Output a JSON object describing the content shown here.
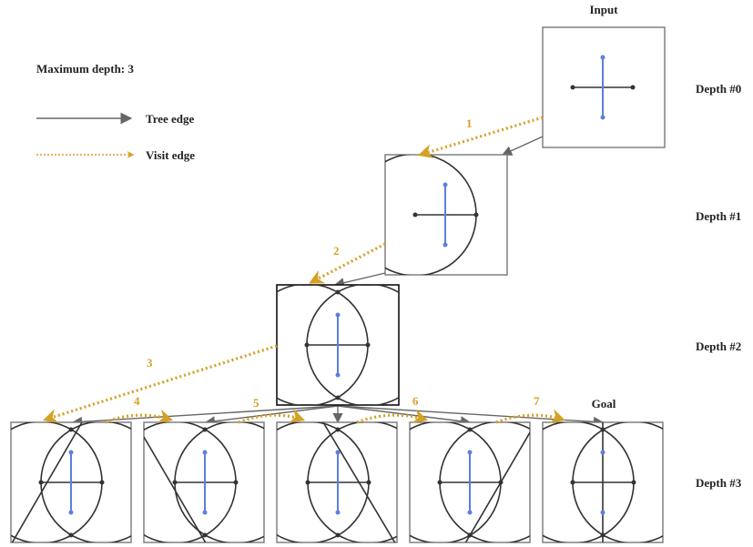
{
  "meta": {
    "max_depth_label": "Maximum depth: 3"
  },
  "legend": {
    "tree_edge_label": "Tree edge",
    "visit_edge_label": "Visit edge"
  },
  "labels": {
    "input": "Input",
    "goal": "Goal"
  },
  "depth_labels": [
    "Depth #0",
    "Depth #1",
    "Depth #2",
    "Depth #3"
  ],
  "visit_steps": [
    "1",
    "2",
    "3",
    "4",
    "5",
    "6",
    "7"
  ],
  "colors": {
    "tree_edge": "#666666",
    "visit_edge": "#d4a126",
    "box_border": "#777777",
    "selected_border": "#111111",
    "geometry": "#333333",
    "highlight_segment": "#5b7fe0"
  }
}
